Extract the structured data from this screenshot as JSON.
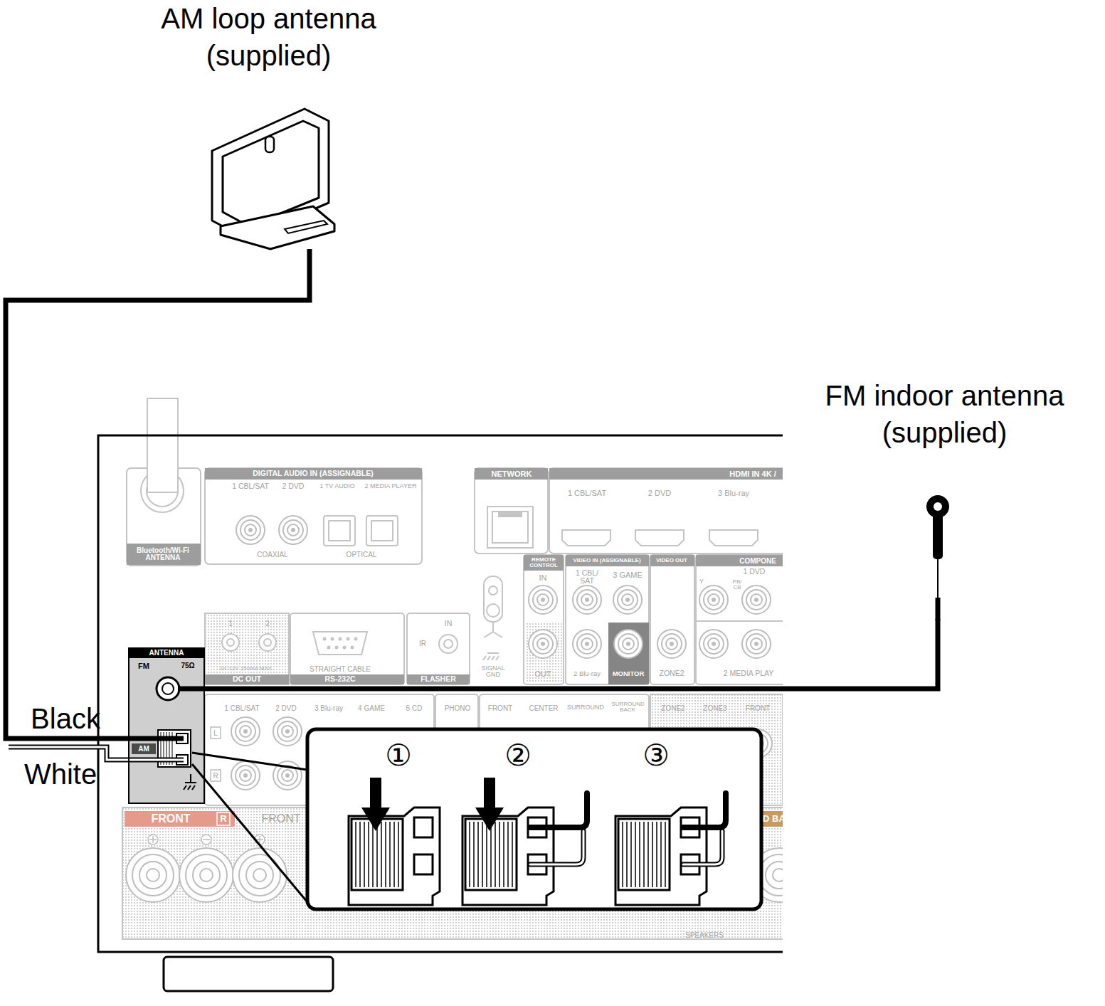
{
  "diagram": {
    "nodes": [
      {
        "text": [
          "AM loop antenna (supplied)"
        ]
      },
      {
        "text": [
          "FM indoor antenna (supplied)"
        ]
      },
      {
        "text": [
          "ANTENNA",
          "FM",
          "75Ω",
          "AM"
        ]
      }
    ],
    "edges": [
      {
        "from": 0,
        "to": 2,
        "arrow": "none"
      },
      {
        "from": 1,
        "to": 2,
        "arrow": "none"
      }
    ],
    "labels": [
      "Black",
      "White",
      "①",
      "②",
      "③",
      "Bluetooth/Wi-Fi ANTENNA",
      "DIGITAL AUDIO IN (ASSIGNABLE)",
      "1 CBL/SAT",
      "2 DVD",
      "1 TV AUDIO",
      "2 MEDIA PLAYER",
      "COAXIAL",
      "OPTICAL",
      "NETWORK",
      "HDMI IN 4K /",
      "1 CBL/SAT",
      "2 DVD",
      "3 Blu-ray",
      "REMOTE CONTROL",
      "IN",
      "VIDEO IN (ASSIGNABLE)",
      "1 CBL/ SAT",
      "3 GAME",
      "VIDEO OUT",
      "COMPONE",
      "1 DVD",
      "Y",
      "PB/ CB",
      "1",
      "2",
      "DC12V 150mA MAX.",
      "DC OUT",
      "STRAIGHT CABLE",
      "RS-232C",
      "IN",
      "IR",
      "FLASHER",
      "SIGNAL GND",
      "OUT",
      "2 Blu-ray",
      "MONITOR",
      "ZONE2",
      "2 MEDIA PLAY",
      "1 CBL/SAT",
      "2 DVD",
      "3 Blu-ray",
      "4 GAME",
      "5 CD",
      "PHONO",
      "FRONT",
      "CENTER",
      "SURROUND",
      "SURROUND BACK",
      "ZONE2",
      "ZONE3",
      "FRONT",
      "L",
      "R",
      "FRONT",
      "R",
      "FRONT",
      "D BA",
      "SPEAKERS"
    ]
  }
}
